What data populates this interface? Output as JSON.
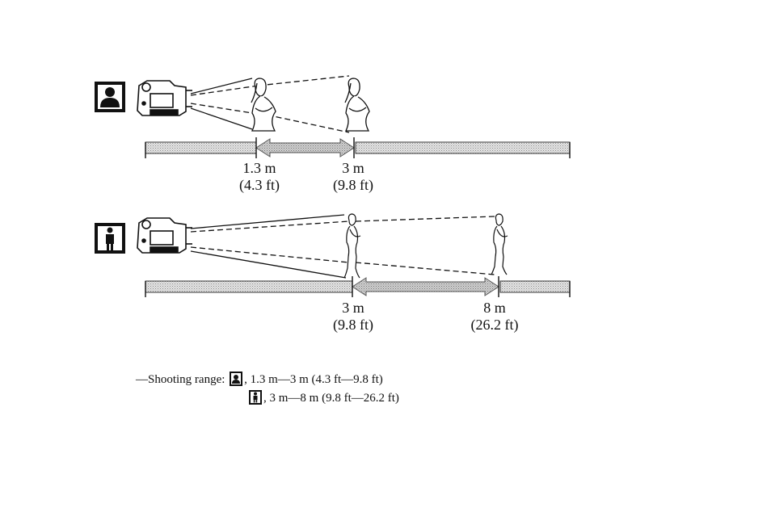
{
  "modes": [
    {
      "icon": "portrait-mode-icon",
      "labels": [
        {
          "primary": "1.3 m",
          "secondary": "(4.3 ft)"
        },
        {
          "primary": "3 m",
          "secondary": "(9.8 ft)"
        }
      ]
    },
    {
      "icon": "full-body-mode-icon",
      "labels": [
        {
          "primary": "3 m",
          "secondary": "(9.8 ft)"
        },
        {
          "primary": "8 m",
          "secondary": "(26.2 ft)"
        }
      ]
    }
  ],
  "legend": {
    "prefix": "—Shooting range:",
    "portrait_range": ", 1.3 m—3 m (4.3 ft—9.8 ft)",
    "full_body_range": ", 3 m—8 m (9.8 ft—26.2 ft)"
  }
}
